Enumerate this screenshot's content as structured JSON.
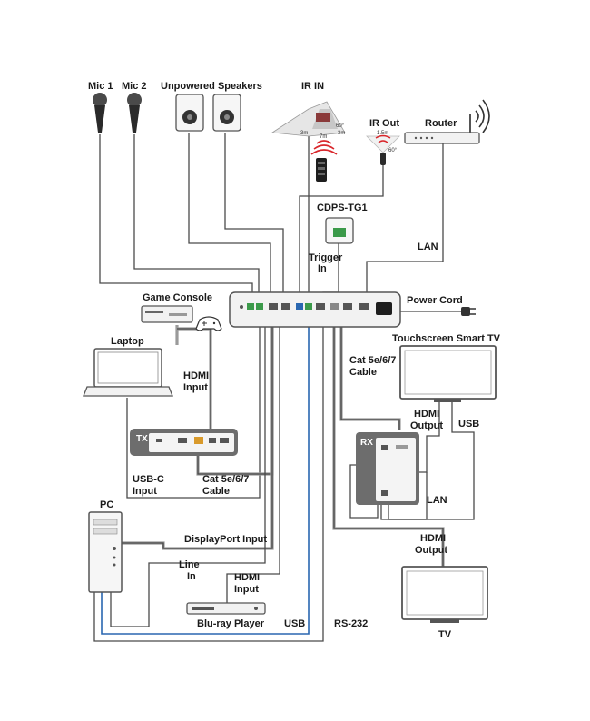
{
  "labels": {
    "mic1": "Mic 1",
    "mic2": "Mic 2",
    "unpowered_speakers": "Unpowered Speakers",
    "ir_in": "IR IN",
    "ir_out": "IR Out",
    "router": "Router",
    "cdps_tg1": "CDPS-TG1",
    "trigger_in_1": "Trigger",
    "trigger_in_2": "In",
    "lan_top": "LAN",
    "power_cord": "Power Cord",
    "game_console": "Game Console",
    "laptop": "Laptop",
    "touchscreen_tv": "Touchscreen Smart TV",
    "hdmi_input_game_1": "HDMI",
    "hdmi_input_game_2": "Input",
    "cat_cable_main_1": "Cat 5e/6/7",
    "cat_cable_main_2": "Cable",
    "hdmi_output_rx_1": "HDMI",
    "hdmi_output_rx_2": "Output",
    "usb_right": "USB",
    "tx_badge": "TX",
    "rx_badge": "RX",
    "usbc_input_1": "USB-C",
    "usbc_input_2": "Input",
    "cat_cable_tx_1": "Cat 5e/6/7",
    "cat_cable_tx_2": "Cable",
    "lan_rx": "LAN",
    "pc": "PC",
    "displayport_input": "DisplayPort Input",
    "hdmi_output_tv_1": "HDMI",
    "hdmi_output_tv_2": "Output",
    "line_in_1": "Line",
    "line_in_2": "In",
    "hdmi_input_bluray_1": "HDMI",
    "hdmi_input_bluray_2": "Input",
    "bluray_player": "Blu-ray Player",
    "usb_bottom": "USB",
    "rs232": "RS-232",
    "tv": "TV",
    "ir_angle_1": "60°",
    "ir_angle_2": "60°",
    "ir_dist_left": "3m",
    "ir_dist_mid": "7m",
    "ir_dist_right": "3m",
    "ir_out_dist": "1.5m"
  },
  "colors": {
    "cable": "#4a4a4a",
    "usb_cable": "#2a67b0",
    "ir_signal": "#d9262b",
    "device_fill": "#f2f2f2",
    "device_stroke": "#555555",
    "module_dark": "#6d6d6d"
  }
}
